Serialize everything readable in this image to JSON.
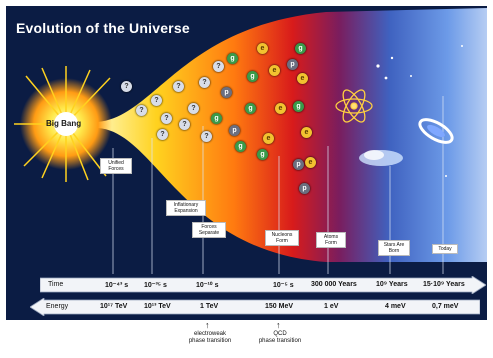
{
  "title": "Evolution of the Universe",
  "big_bang": "Big Bang",
  "colors": {
    "panel_bg": "#0b1c44",
    "hot": "#d81b1b",
    "warm": "#ffd21f",
    "cool": "#4b7fd6"
  },
  "particles": {
    "unknown": "?",
    "gluon": "g",
    "electron": "e",
    "proton": "p"
  },
  "epochs": [
    {
      "label": "Unified Forces"
    },
    {
      "label": "Inflationary Expansion"
    },
    {
      "label": "Forces Separate"
    },
    {
      "label": "Nucleons Form"
    },
    {
      "label": "Atoms Form"
    },
    {
      "label": "Stars Are Born"
    },
    {
      "label": "Today"
    }
  ],
  "time_axis": {
    "name": "Time",
    "ticks": [
      "10⁻⁴³ s",
      "10⁻³⁵ s",
      "10⁻¹⁰ s",
      "10⁻⁵ s",
      "300 000 Years",
      "10⁹ Years",
      "15·10⁹ Years"
    ]
  },
  "energy_axis": {
    "name": "Energy",
    "ticks": [
      "10¹⁷ TeV",
      "10¹³ TeV",
      "1 TeV",
      "150 MeV",
      "1 eV",
      "4 meV",
      "0,7 meV"
    ]
  },
  "transitions": [
    {
      "line1": "electroweak",
      "line2": "phase transition"
    },
    {
      "line1": "QCD",
      "line2": "phase transition"
    }
  ]
}
